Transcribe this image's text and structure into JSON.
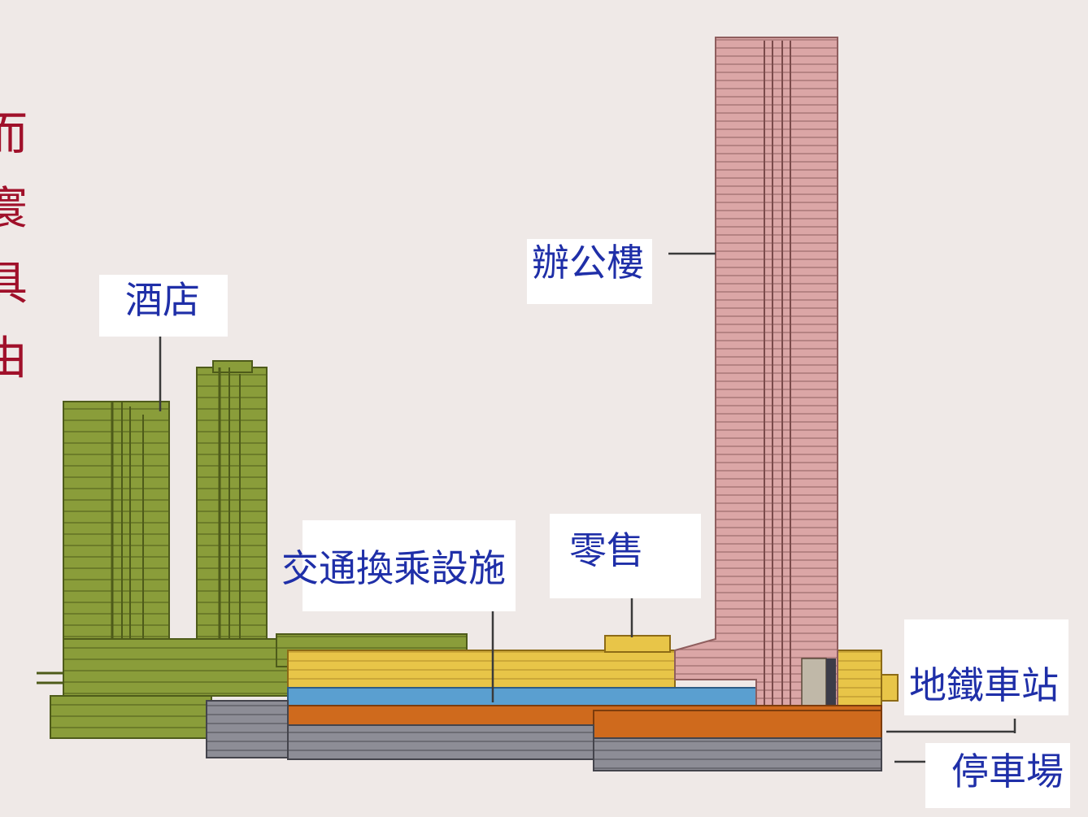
{
  "side_title": [
    "而",
    "寰",
    "具",
    "由"
  ],
  "labels": {
    "hotel": "酒店",
    "office": "辦公樓",
    "transport": "交通換乘設施",
    "retail": "零售",
    "subway": "地鐵車站",
    "parking": "停車場"
  },
  "colors": {
    "hotel": "#8a9d3a",
    "office": "#dba6a6",
    "retail": "#e8c548",
    "transport": "#5a9fd0",
    "subway_level": "#cf6a1d",
    "parking": "#8d8d96",
    "label_text": "#1f2fa8",
    "side_text": "#a0102a"
  }
}
